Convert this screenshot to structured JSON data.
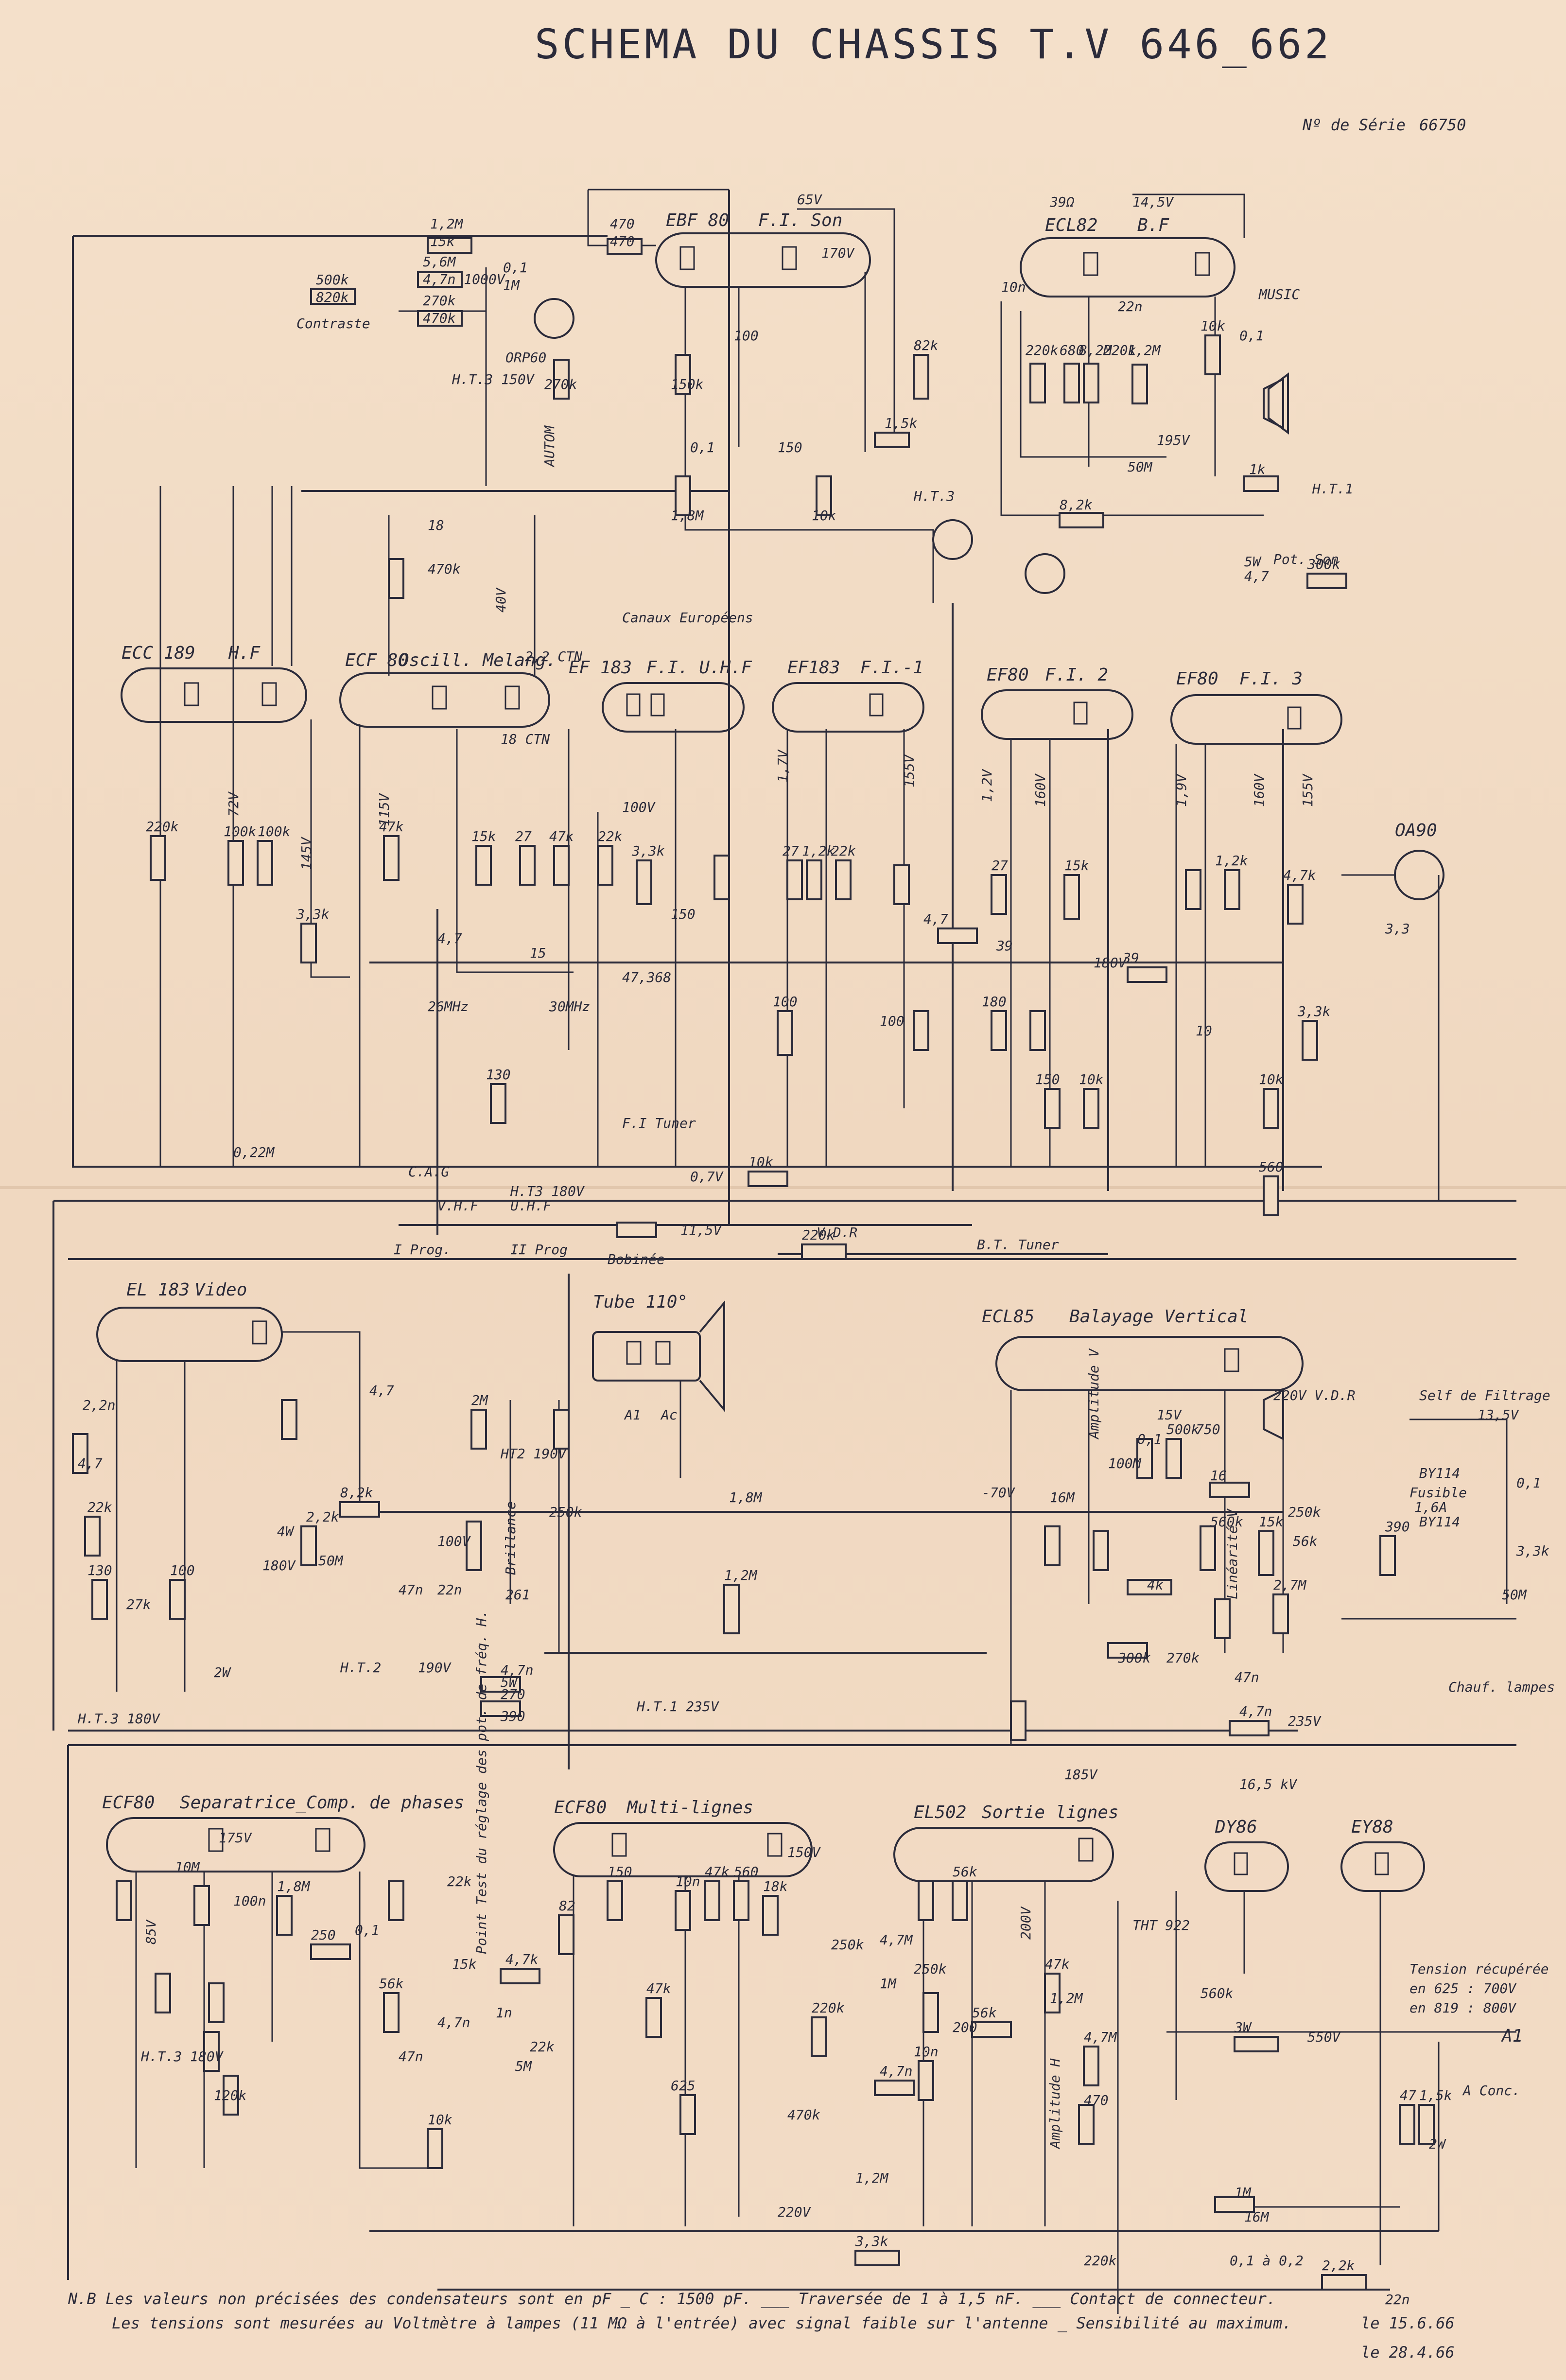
{
  "header": {
    "title": "SCHEMA DU CHASSIS T.V 646_662",
    "serial_label": "Nº de Série",
    "serial_value": "66750"
  },
  "tubes": [
    {
      "id": "ecf80-fi-son",
      "label": "EBF 80",
      "sub": "F.I. Son"
    },
    {
      "id": "ecl82-bf",
      "label": "ECL82",
      "sub": "B.F"
    },
    {
      "id": "ecc189-hf",
      "label": "ECC 189",
      "sub": "H.F"
    },
    {
      "id": "ecf80-oscill",
      "label": "ECF 80",
      "sub": "Oscill. Melang."
    },
    {
      "id": "ef183-fi-uhf",
      "label": "EF 183",
      "sub": "F.I. U.H.F"
    },
    {
      "id": "ef183-fi1",
      "label": "EF183",
      "sub": "F.I.-1"
    },
    {
      "id": "ef80-fi2",
      "label": "EF80",
      "sub": "F.I. 2"
    },
    {
      "id": "ef80-fi3",
      "label": "EF80",
      "sub": "F.I. 3"
    },
    {
      "id": "oa90",
      "label": "OA90",
      "sub": ""
    },
    {
      "id": "el183-video",
      "label": "EL 183",
      "sub": "Video"
    },
    {
      "id": "tube-110",
      "label": "Tube 110°",
      "sub": ""
    },
    {
      "id": "ecl85-vertical",
      "label": "ECL85",
      "sub": "Balayage Vertical"
    },
    {
      "id": "ecf80-separatrice",
      "label": "ECF80",
      "sub": "Separatrice_Comp. de phases"
    },
    {
      "id": "ecf80-multilignes",
      "label": "ECF80",
      "sub": "Multi-lignes"
    },
    {
      "id": "el502-sortie",
      "label": "EL502",
      "sub": "Sortie lignes"
    },
    {
      "id": "dy86",
      "label": "DY86",
      "sub": ""
    },
    {
      "id": "ey88",
      "label": "EY88",
      "sub": ""
    }
  ],
  "labels": {
    "contraste": "Contraste",
    "orp60": "ORP60",
    "autom": "AUTOM",
    "ht3_150": "H.T.3 150V",
    "ht3": "H.T.3",
    "ht1": "H.T.1",
    "music": "MUSIC",
    "pot_son": "Pot. Son",
    "canaux": "Canaux Européens",
    "cag": "C.A.G",
    "vhf": "V.H.F",
    "uhf": "U.H.F",
    "iprog": "I Prog.",
    "iiprog": "II Prog",
    "ht3_180": "H.T3 180V",
    "v115": "11,5V",
    "bobinee": "Bobinée",
    "bt_tuner": "B.T. Tuner",
    "vdr": "V.D.R",
    "fi_tuner": "F.I Tuner",
    "ht2_190": "HT2 190V",
    "brillance": "Brillance",
    "ht2": "H.T.2",
    "v190": "190V",
    "ht1_235": "H.T.1 235V",
    "ht3_180_b": "H.T.3 180V",
    "self_filtrage": "Self de Filtrage",
    "v135": "13,5V",
    "by114a": "BY114",
    "by114b": "BY114",
    "fusible": "Fusible",
    "amp16": "1,6A",
    "chauf": "Chauf. lampes",
    "v235": "235V",
    "v185": "185V",
    "kv165": "16,5 kV",
    "point_test": "Point Test du réglage des pot. de fréq. H.",
    "tht": "THT 922",
    "tension_recup": "Tension récupérée",
    "en625": "en 625 : 700V",
    "en819": "en 819 : 800V",
    "a1": "A1",
    "a_conc": "A Conc.",
    "v550": "550V",
    "v220": "220V",
    "amplitude_h": "Amplitude H",
    "amplitude_v": "Amplitude V",
    "linearite_v": "Linéarité V",
    "nr": "0,1 à 0,2",
    "a1_tube": "A1",
    "ac_tube": "Ac",
    "v_220_vdr": "220V V.D.R",
    "htt_180": "H.T.3 180V",
    "v65": "65V",
    "v170": "170V",
    "v145": "14,5V",
    "v195": "195V",
    "v72": "72V",
    "v145b": "145V",
    "v115b": "115V",
    "v40": "40V",
    "v100": "100V",
    "v17": "1,7V",
    "v155": "155V",
    "v12": "1,2V",
    "v160": "160V",
    "v19": "1,9V",
    "v160b": "160V",
    "v155b": "155V",
    "v180": "180V",
    "v07": "0,7V",
    "v175": "175V",
    "v85": "85V",
    "v150": "150V",
    "v200": "200V",
    "v180b": "180V",
    "m70": "-70V",
    "v15": "15V"
  },
  "values": [
    "1,2M",
    "470",
    "5,6M",
    "500k",
    "270k",
    "0,1",
    "270k",
    "150k",
    "100",
    "0,1",
    "150",
    "1,5k",
    "82k",
    "1,8M",
    "10k",
    "50M",
    "39Ω",
    "10n",
    "220k",
    "680",
    "8,2M",
    "220k",
    "1,2M",
    "22n",
    "10k",
    "0,1",
    "1k",
    "8,2k",
    "300k",
    "5W",
    "4,7",
    "18",
    "470k",
    "2,2 CTN",
    "18 CTN",
    "220k",
    "100k",
    "100k",
    "3,3k",
    "4,7",
    "47k",
    "15k",
    "27",
    "47k",
    "15",
    "30MHz",
    "26MHz",
    "130",
    "22k",
    "3,3k",
    "47,368",
    "150",
    "100",
    "27",
    "1,2k",
    "22k",
    "100",
    "4,7",
    "39",
    "27",
    "15k",
    "180",
    "39",
    "1,2k",
    "4,7k",
    "10",
    "3,3k",
    "10k",
    "150",
    "10k",
    "560",
    "3,3",
    "0,22M",
    "10k",
    "220k",
    "2,2n",
    "4,7",
    "22k",
    "130",
    "100",
    "27k",
    "4,7",
    "2M",
    "8,2k",
    "2,2k",
    "50M",
    "4W",
    "47n",
    "22n",
    "261",
    "100V",
    "250k",
    "1,2M",
    "1,8M",
    "4,7n",
    "270",
    "390",
    "5W",
    "2W",
    "16M",
    "0,1",
    "500k",
    "750",
    "4k",
    "560k",
    "300k",
    "270k",
    "47n",
    "4,7n",
    "16",
    "15k",
    "2,7M",
    "56k",
    "250k",
    "390",
    "0,1",
    "50M",
    "3,3k",
    "100M",
    "10M",
    "100n",
    "1,8M",
    "0,1",
    "22k",
    "250",
    "56k",
    "4,7n",
    "47n",
    "15k",
    "120k",
    "4,7k",
    "10k",
    "5M",
    "1n",
    "22k",
    "82",
    "150",
    "47k",
    "10n",
    "625",
    "47k",
    "560",
    "18k",
    "470k",
    "220k",
    "250k",
    "4,7M",
    "250k",
    "1M",
    "10n",
    "56k",
    "200",
    "56k",
    "4,7n",
    "47k",
    "1,2M",
    "4,7M",
    "470",
    "1,2M",
    "3,3k",
    "3W",
    "560k",
    "1M",
    "16M",
    "2,2k",
    "220k",
    "22n",
    "47",
    "1,5k",
    "2W",
    "15k",
    "470",
    "4,7n 1000V",
    "820k",
    "470k",
    "1M"
  ],
  "footer": {
    "line1": "N.B  Les valeurs non précisées des condensateurs sont en pF  _ C : 1500 pF.  ___ Traversée de 1 à 1,5 nF. ___ Contact de connecteur.",
    "line2": "Les tensions sont mesurées au Voltmètre à lampes (11 MΩ à l'entrée) avec signal faible sur l'antenne _ Sensibilité au maximum.",
    "date1": "le 15.6.66",
    "date2": "le 28.4.66"
  }
}
